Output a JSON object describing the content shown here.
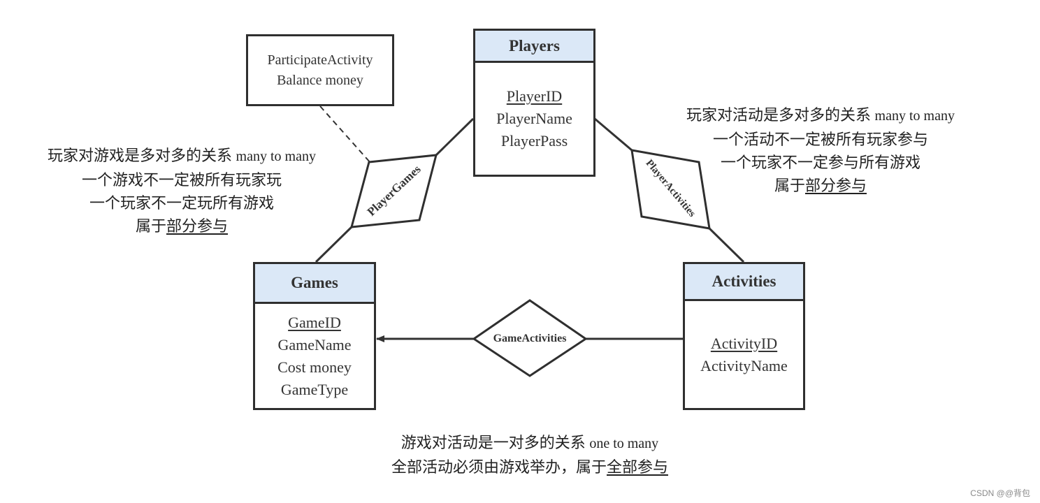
{
  "entities": {
    "players": {
      "title": "Players",
      "pk": "PlayerID",
      "attrs": [
        "PlayerName",
        "PlayerPass"
      ]
    },
    "games": {
      "title": "Games",
      "pk": "GameID",
      "attrs": [
        "GameName",
        "Cost money",
        "GameType"
      ]
    },
    "activities": {
      "title": "Activities",
      "pk": "ActivityID",
      "attrs": [
        "ActivityName"
      ]
    }
  },
  "relationships": {
    "player_games": "PlayerGames",
    "player_activities": "PlayerActivities",
    "game_activities": "GameActivities"
  },
  "relationship_attributes": {
    "line1": "ParticipateActivity",
    "line2": "Balance money"
  },
  "notes": {
    "player_games": {
      "line1_cn": "玩家对游戏是多对多的关系",
      "line1_en": "many to many",
      "line2": "一个游戏不一定被所有玩家玩",
      "line3": "一个玩家不一定玩所有游戏",
      "line4_prefix": "属于",
      "line4_underlined": "部分参与"
    },
    "player_activities": {
      "line1_cn": "玩家对活动是多对多的关系",
      "line1_en": "many to many",
      "line2": "一个活动不一定被所有玩家参与",
      "line3": "一个玩家不一定参与所有游戏",
      "line4_prefix": "属于",
      "line4_underlined": "部分参与"
    },
    "game_activities": {
      "line1_cn": "游戏对活动是一对多的关系",
      "line1_en": "one to many",
      "line2_prefix": "全部活动必须由游戏举办，属于",
      "line2_underlined": "全部参与"
    }
  },
  "watermark": "CSDN @@背包"
}
